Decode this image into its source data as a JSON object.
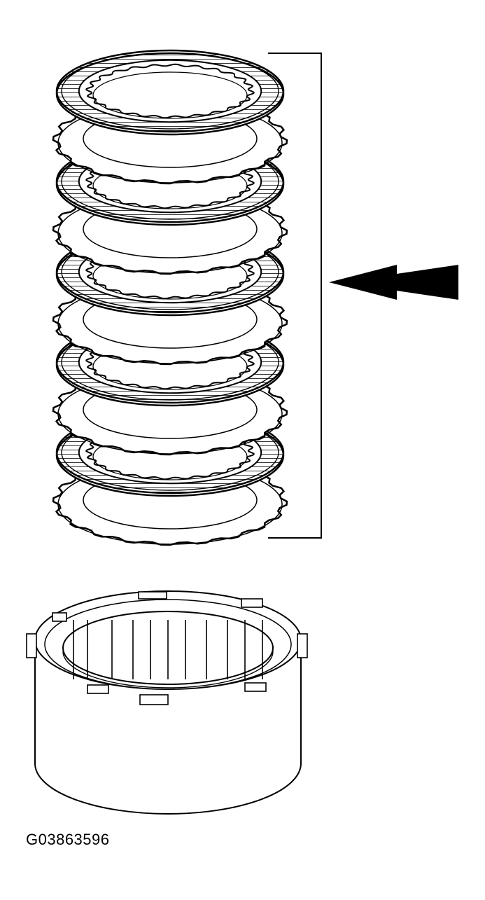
{
  "figure": {
    "id_label": "G03863596"
  },
  "clutch_pack": {
    "friction_plates": 5,
    "steel_plates": 5
  },
  "colors": {
    "line": "#000000",
    "background": "#ffffff"
  },
  "icons": {
    "pointer": "arrow-left-icon",
    "bracket": "bracket-icon"
  }
}
